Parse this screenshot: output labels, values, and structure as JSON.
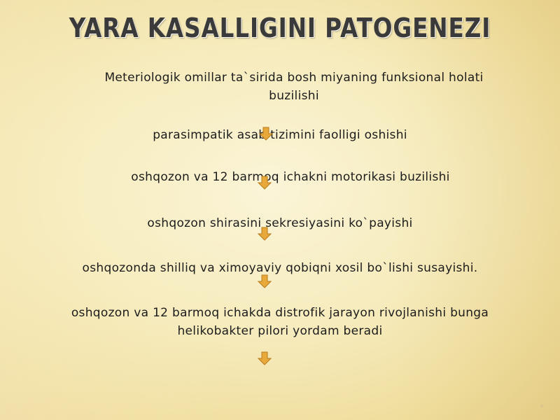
{
  "slide": {
    "title": "YARA KASALLIGINI PATOGENEZI",
    "steps": [
      {
        "line1": "Meteriologik omillar ta`sirida bosh miyaning funksional holati",
        "line2": "buzilishi"
      },
      {
        "text": "parasimpatik asab tizimini faolligi oshishi"
      },
      {
        "text": "oshqozon va 12 barmoq ichakni motorikasi buzilishi"
      },
      {
        "text": "oshqozon shirasini sekresiyasini ko`payishi"
      },
      {
        "text": "oshqozonda shilliq va ximoyaviy qobiqni xosil bo`lishi susayishi."
      },
      {
        "line1": "oshqozon va 12 barmoq ichakda distrofik jarayon rivojlanishi bunga",
        "line2": "helikobakter pilori yordam beradi"
      }
    ],
    "arrow_icon": "down-arrow-icon",
    "colors": {
      "arrow_fill": "#e8a93a",
      "arrow_stroke": "#b97a1c",
      "background": "#f6ebbc",
      "title": "#3a3a3a"
    }
  }
}
